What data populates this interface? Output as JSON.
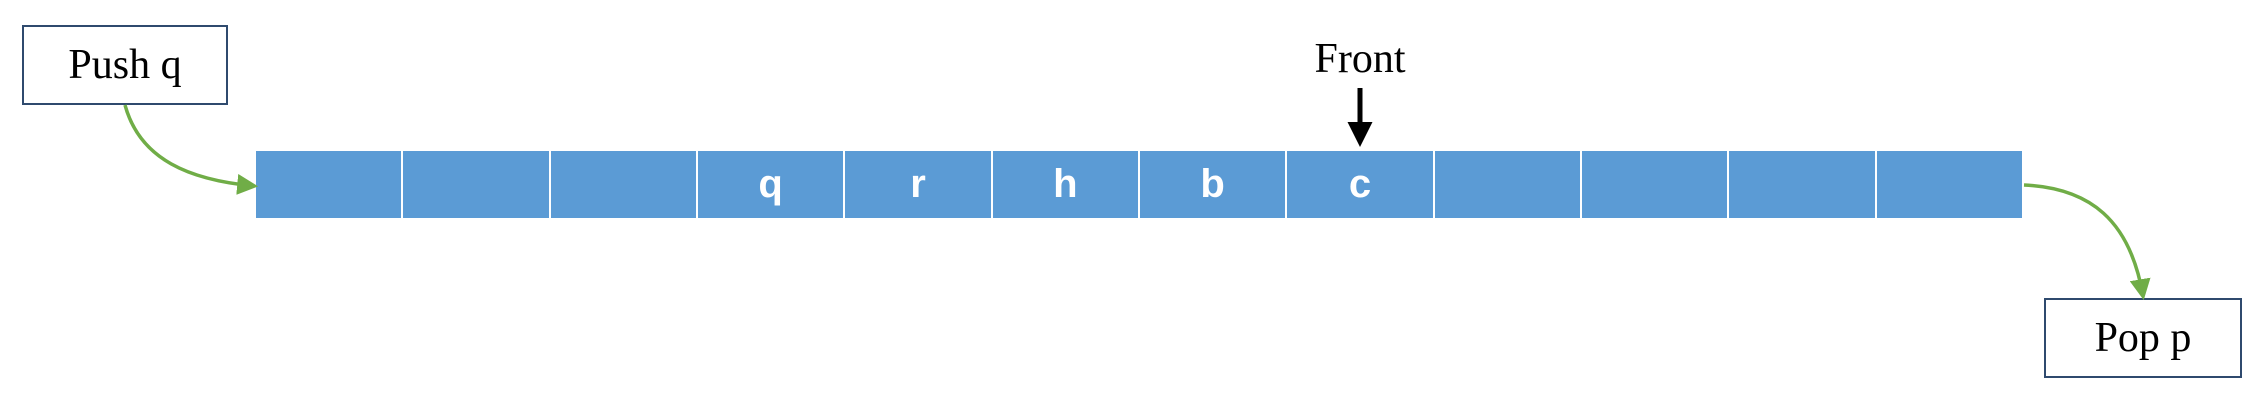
{
  "push_label": "Push q",
  "pop_label": "Pop p",
  "front_label": "Front",
  "queue_cells": [
    "",
    "",
    "",
    "q",
    "r",
    "h",
    "b",
    "c",
    "",
    "",
    "",
    ""
  ],
  "colors": {
    "cell_fill": "#5b9bd5",
    "arrow_green": "#70ad47",
    "box_border": "#2f4a6e"
  }
}
